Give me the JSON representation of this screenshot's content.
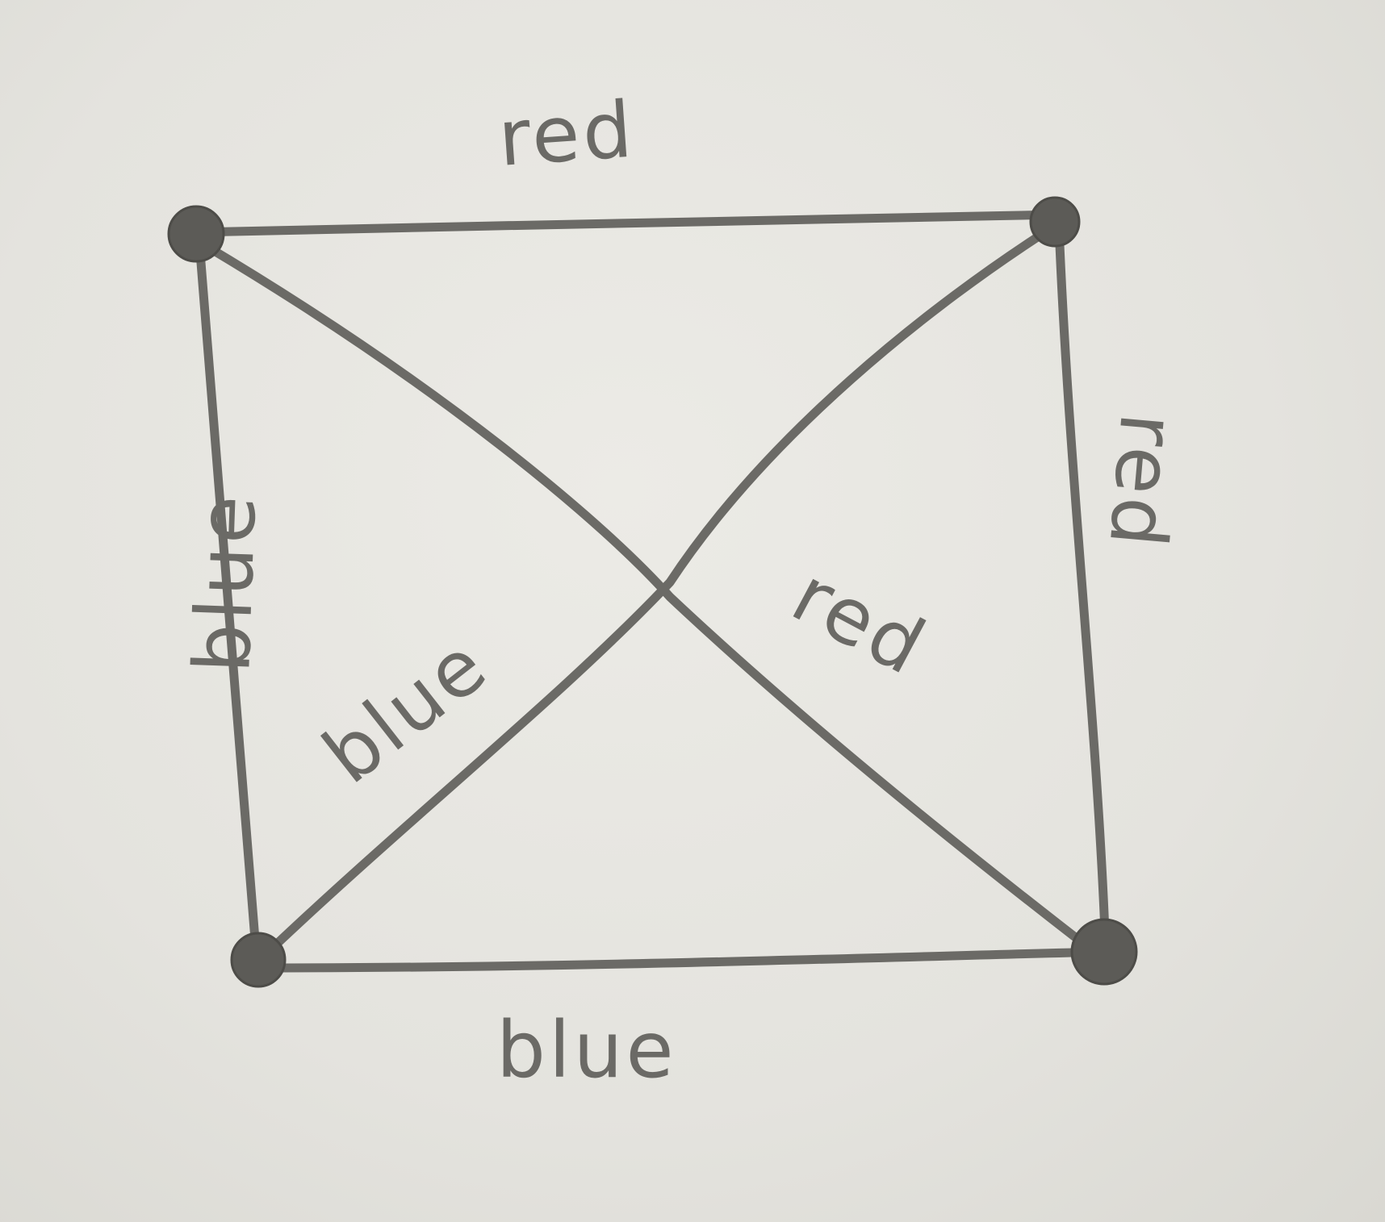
{
  "diagram": {
    "vertices": [
      "top-left",
      "top-right",
      "bottom-left",
      "bottom-right"
    ],
    "edges": [
      {
        "id": "top",
        "from": "top-left",
        "to": "top-right",
        "label": "red"
      },
      {
        "id": "right",
        "from": "top-right",
        "to": "bottom-right",
        "label": "red"
      },
      {
        "id": "diagonal-main",
        "from": "top-left",
        "to": "bottom-right",
        "label": "red"
      },
      {
        "id": "left",
        "from": "top-left",
        "to": "bottom-left",
        "label": "blue"
      },
      {
        "id": "bottom",
        "from": "bottom-left",
        "to": "bottom-right",
        "label": "blue"
      },
      {
        "id": "diagonal-anti",
        "from": "top-right",
        "to": "bottom-left",
        "label": "blue"
      }
    ]
  }
}
